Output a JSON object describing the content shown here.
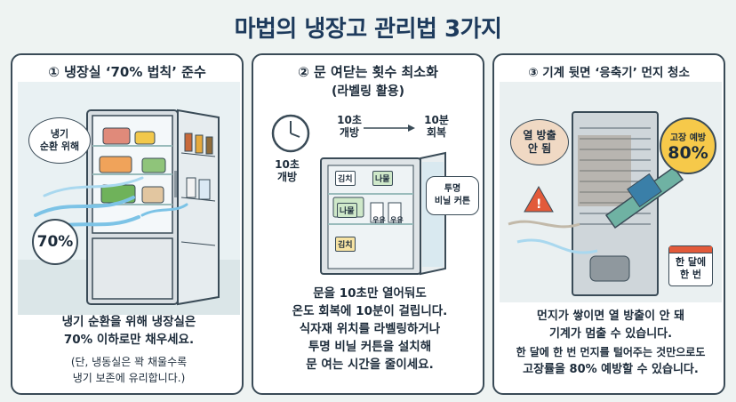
{
  "title": "마법의 냉장고 관리법 3가지",
  "panels": [
    {
      "title": "① 냉장실 ‘70% 법칙’ 준수",
      "bubble": [
        "냉기",
        "순환 위해"
      ],
      "badge": "70%",
      "caption": [
        "냉기 순환을 위해 냉장실은",
        "70% 이하로만 채우세요."
      ],
      "note": [
        "(단, 냉동실은 꽉 채울수록",
        "냉기 보존에 유리합니다.)"
      ]
    },
    {
      "title": "② 문 여닫는 횟수 최소화",
      "subtitle": "(라벨링 활용)",
      "open_a": [
        "10초",
        "개방"
      ],
      "recover": [
        "10분",
        "회복"
      ],
      "open_b": [
        "10초",
        "개방"
      ],
      "curtain": [
        "투명",
        "비닐 커튼"
      ],
      "tags": [
        "김치",
        "나물",
        "나물",
        "김치"
      ],
      "milk": [
        "우유",
        "우유"
      ],
      "caption": [
        "문을 10초만 열어둬도",
        "온도 회복에 10분이 걸립니다.",
        "식자재 위치를 라벨링하거나",
        "투명 비닐 커튼을 설치해",
        "문 여는 시간을 줄이세요."
      ]
    },
    {
      "title": "③ 기계 뒷면 ‘응축기’ 먼지 청소",
      "warn": [
        "열 방출",
        "안 됨"
      ],
      "prevent_label": "고장 예방",
      "prevent_value": "80%",
      "calendar": [
        "한 달에",
        "한 번"
      ],
      "caption": [
        "먼지가 쌓이면 열 방출이 안 돼",
        "기계가 멈출 수 있습니다.",
        "한 달에 한 번 먼지를 털어주는 것만으로도",
        "고장률을 80% 예방할 수 있습니다."
      ]
    }
  ],
  "colors": {
    "frame": "#3a4b57",
    "air": "#7cc3e6",
    "badge": "#f6c94a",
    "warn": "#e25a3a"
  }
}
